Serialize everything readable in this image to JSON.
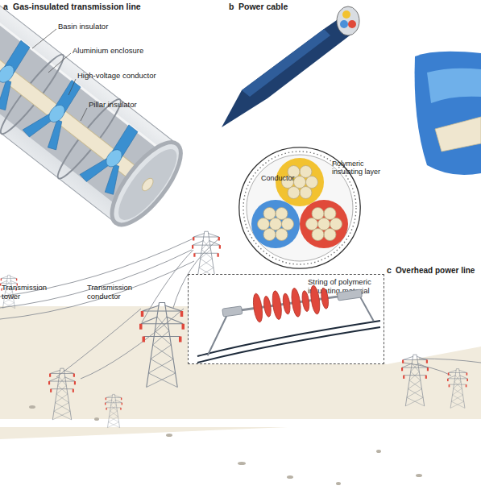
{
  "diagram": {
    "nodes": [
      {
        "text": [
          "Conductor",
          "Polymeric insulating layer"
        ]
      },
      {
        "text": [
          "String of polymeric insulating material"
        ]
      }
    ],
    "labels": [
      "a",
      "Gas-insulated transmission line",
      "Basin insulator",
      "Aluminium enclosure",
      "High-voltage conductor",
      "Pillar insulator",
      "b",
      "Power cable",
      "c",
      "Overhead power line",
      "Transmission tower",
      "Transmission conductor"
    ]
  }
}
